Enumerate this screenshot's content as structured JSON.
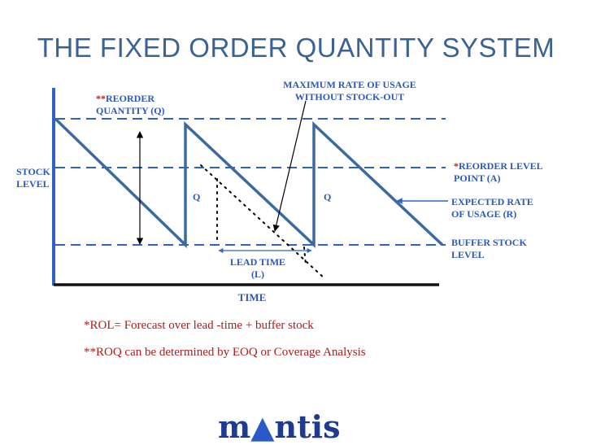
{
  "slide": {
    "title": "THE FIXED ORDER QUANTITY SYSTEM"
  },
  "diagram": {
    "labels": {
      "max_rate_line1": "MAXIMUM RATE OF USAGE",
      "max_rate_line2": "WITHOUT STOCK-OUT",
      "roq_prefix": "**",
      "roq_line1": "REORDER",
      "roq_line2": "QUANTITY (Q)",
      "stock_line1": "STOCK",
      "stock_line2": "LEVEL",
      "rol_prefix": "*",
      "rol_line1": "REORDER LEVEL",
      "rol_line2": "POINT (A)",
      "q_left": "Q",
      "q_right": "Q",
      "expected_line1": "EXPECTED RATE",
      "expected_line2": "OF USAGE (R)",
      "buffer_line1": "BUFFER STOCK",
      "buffer_line2": "LEVEL",
      "lead_line1": "LEAD TIME",
      "lead_line2": "(L)",
      "time": "TIME"
    },
    "colors": {
      "axis": "#2f62c8",
      "sawtooth": "#3b6aa0",
      "dashed": "#2f62c8",
      "annotation": "#2c59b8",
      "note": "#b31b1b"
    }
  },
  "notes": {
    "rol": "*ROL= Forecast over lead -time + buffer stock",
    "roq": "**ROQ can be determined by EOQ or Coverage Analysis"
  },
  "logo": {
    "part1": "m",
    "part2": "ntis"
  }
}
